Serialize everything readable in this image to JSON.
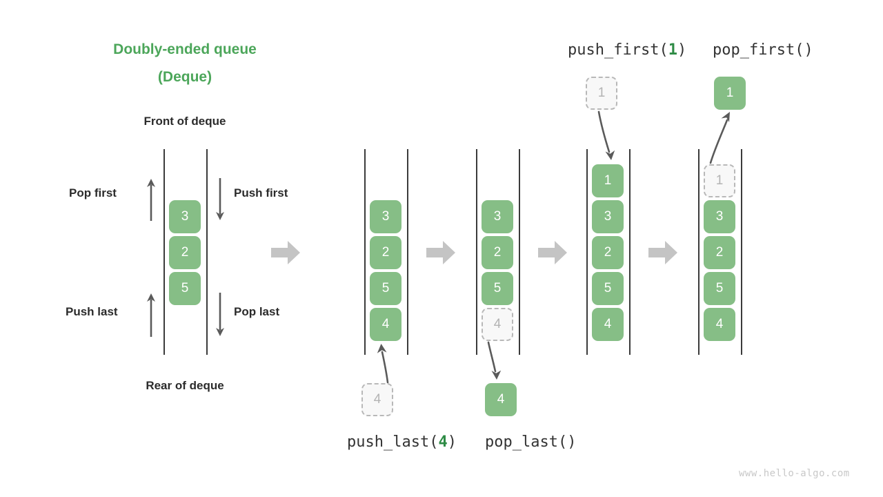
{
  "diagram": {
    "title_line1": "Doubly-ended queue",
    "title_line2": "(Deque)",
    "front_label": "Front of deque",
    "rear_label": "Rear of deque",
    "watermark": "www.hello-algo.com",
    "accent_green": "#4CA65A",
    "cell_green": "#86BE86",
    "ghost_gray": "#B3B3B3",
    "block_arrow_gray": "#C4C4C4",
    "arrow_stroke": "#5a5a5a"
  },
  "side_labels": {
    "pop_first": "Pop first",
    "push_first": "Push first",
    "push_last": "Push last",
    "pop_last": "Pop last"
  },
  "operations": {
    "push_last": {
      "name": "push_last",
      "open": "(",
      "arg": "4",
      "close": ")"
    },
    "pop_last": {
      "name": "pop_last",
      "open": "(",
      "arg": "",
      "close": ")"
    },
    "push_first": {
      "name": "push_first",
      "open": "(",
      "arg": "1",
      "close": ")"
    },
    "pop_first": {
      "name": "pop_first",
      "open": "(",
      "arg": "",
      "close": ")"
    }
  },
  "panels": [
    {
      "id": "initial",
      "cells": [
        {
          "value": "3",
          "state": "filled"
        },
        {
          "value": "2",
          "state": "filled"
        },
        {
          "value": "5",
          "state": "filled"
        }
      ],
      "external_cell": null
    },
    {
      "id": "after-push-last",
      "cells": [
        {
          "value": "3",
          "state": "filled"
        },
        {
          "value": "2",
          "state": "filled"
        },
        {
          "value": "5",
          "state": "filled"
        },
        {
          "value": "4",
          "state": "filled"
        }
      ],
      "external_cell": {
        "value": "4",
        "state": "ghost",
        "position": "bottom"
      }
    },
    {
      "id": "after-pop-last",
      "cells": [
        {
          "value": "3",
          "state": "filled"
        },
        {
          "value": "2",
          "state": "filled"
        },
        {
          "value": "5",
          "state": "filled"
        },
        {
          "value": "4",
          "state": "ghost"
        }
      ],
      "external_cell": {
        "value": "4",
        "state": "filled",
        "position": "bottom"
      }
    },
    {
      "id": "after-push-first",
      "cells": [
        {
          "value": "1",
          "state": "filled"
        },
        {
          "value": "3",
          "state": "filled"
        },
        {
          "value": "2",
          "state": "filled"
        },
        {
          "value": "5",
          "state": "filled"
        },
        {
          "value": "4",
          "state": "filled"
        }
      ],
      "external_cell": {
        "value": "1",
        "state": "ghost",
        "position": "top"
      }
    },
    {
      "id": "after-pop-first",
      "cells": [
        {
          "value": "1",
          "state": "ghost"
        },
        {
          "value": "3",
          "state": "filled"
        },
        {
          "value": "2",
          "state": "filled"
        },
        {
          "value": "5",
          "state": "filled"
        },
        {
          "value": "4",
          "state": "filled"
        }
      ],
      "external_cell": {
        "value": "1",
        "state": "filled",
        "position": "top"
      }
    }
  ]
}
